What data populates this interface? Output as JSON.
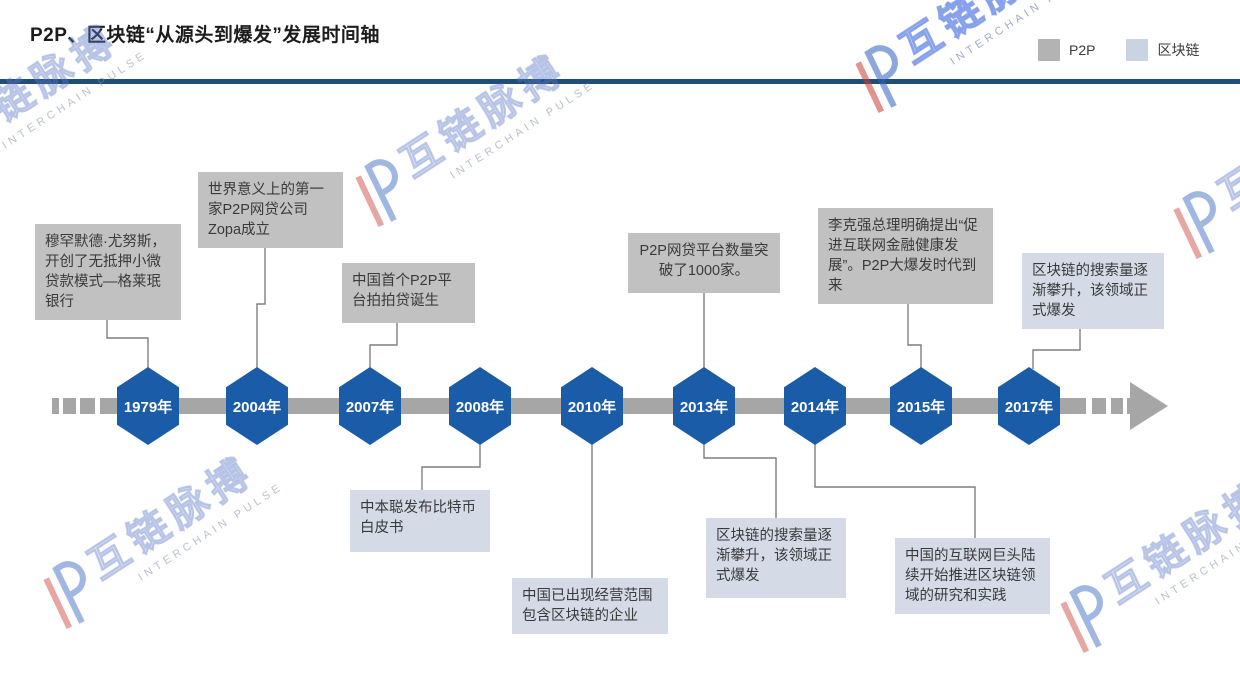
{
  "header": {
    "title": "P2P、区块链“从源头到爆发”发展时间轴",
    "legend": {
      "p2p_label": "P2P",
      "blockchain_label": "区块链"
    }
  },
  "colors": {
    "p2p_box": "#C1C1C1",
    "blockchain_box": "#D4DBE6",
    "legend_p2p_swatch": "#B3B3B3",
    "legend_blockchain_swatch": "#C9D3E2",
    "hexagon_blue": "#1B5CA8",
    "timeline_gray": "#A6A6A6",
    "header_divider_blue": "#1F4E79"
  },
  "timeline": {
    "years": [
      "1979年",
      "2004年",
      "2007年",
      "2008年",
      "2010年",
      "2013年",
      "2014年",
      "2015年",
      "2017年"
    ]
  },
  "events": {
    "above": [
      {
        "year": "1979年",
        "category": "p2p",
        "text": "穆罕默德·尤努斯，开创了无抵押小微贷款模式—格莱珉银行"
      },
      {
        "year": "2004年",
        "category": "p2p",
        "text": "世界意义上的第一家P2P网贷公司Zopa成立"
      },
      {
        "year": "2007年",
        "category": "p2p",
        "text": "中国首个P2P平台拍拍贷诞生"
      },
      {
        "year": "2013年",
        "category": "p2p",
        "text": "P2P网贷平台数量突破了1000家。"
      },
      {
        "year": "2015年",
        "category": "p2p",
        "text": "李克强总理明确提出“促进互联网金融健康发展”。P2P大爆发时代到来"
      },
      {
        "year": "2017年",
        "category": "blockchain",
        "text": "区块链的搜索量逐渐攀升，该领域正式爆发"
      }
    ],
    "below": [
      {
        "year": "2008年",
        "category": "blockchain",
        "text": "中本聪发布比特币白皮书"
      },
      {
        "year": "2010年",
        "category": "blockchain",
        "text": "中国已出现经营范围包含区块链的企业"
      },
      {
        "year": "2013年",
        "category": "blockchain",
        "text": "区块链的搜索量逐渐攀升，该领域正式爆发"
      },
      {
        "year": "2014年",
        "category": "blockchain",
        "text": "中国的互联网巨头陆续开始推进区块链领域的研究和实践"
      }
    ]
  },
  "watermark": {
    "cn": "互链脉搏",
    "en": "INTERCHAIN PULSE"
  }
}
